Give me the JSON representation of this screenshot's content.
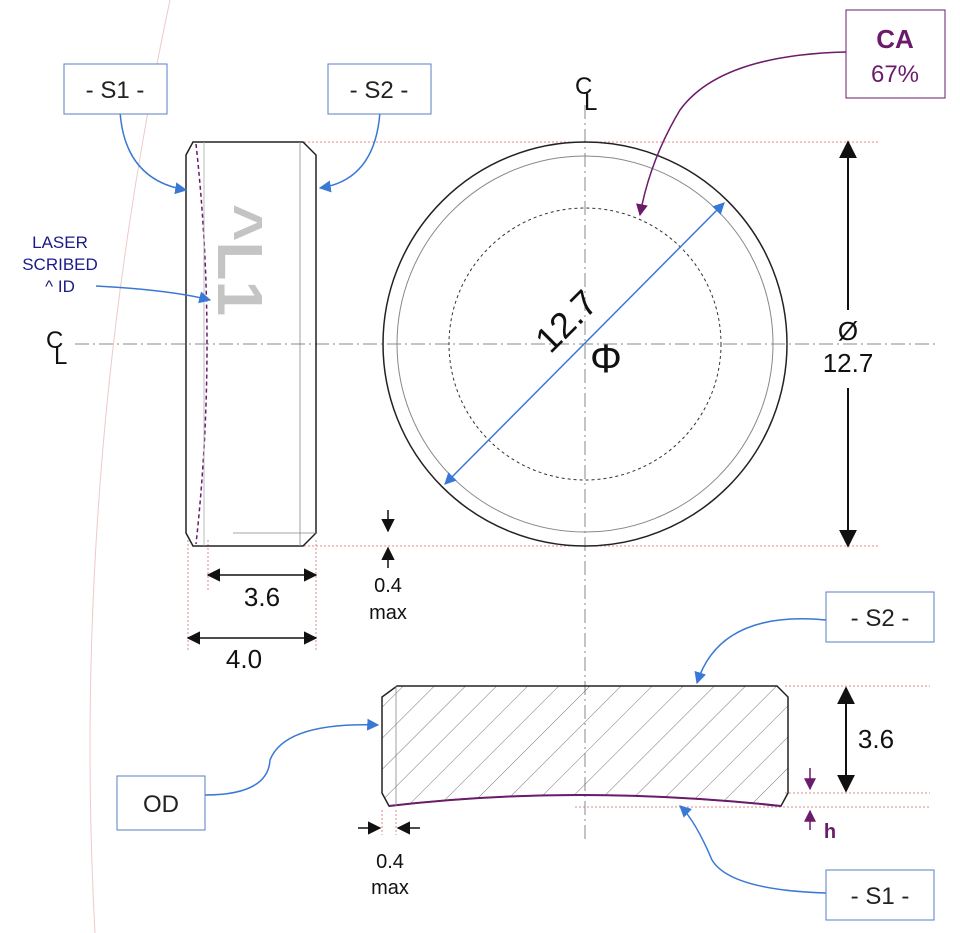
{
  "callouts": {
    "s1_top": "- S1 -",
    "s2_top": "- S2 -",
    "s2_bottom": "- S2 -",
    "s1_bottom": "- S1 -",
    "od": "OD"
  },
  "ca": {
    "label": "CA",
    "value": "67%"
  },
  "laser": {
    "line1": "LASER",
    "line2": "SCRIBED",
    "line3": "^ ID"
  },
  "engraving": "^L1",
  "centerline": {
    "c": "C",
    "l": "L"
  },
  "dimensions": {
    "diameter_diag": "12.7",
    "phi_symbol": "Φ",
    "diameter_symbol": "Ø",
    "diameter_value": "12.7",
    "edge_thickness": "3.6",
    "center_thickness": "4.0",
    "chamfer_top": "0.4",
    "chamfer_top_max": "max",
    "chamfer_bottom": "0.4",
    "chamfer_bottom_max": "max",
    "section_thickness": "3.6",
    "sag": "h"
  },
  "colors": {
    "outline": "#222222",
    "arrow_blue": "#3a78d6",
    "ca_purple": "#6a1b6a",
    "ref_red": "#e08a8a",
    "laser_text": "#1a1a8a"
  }
}
